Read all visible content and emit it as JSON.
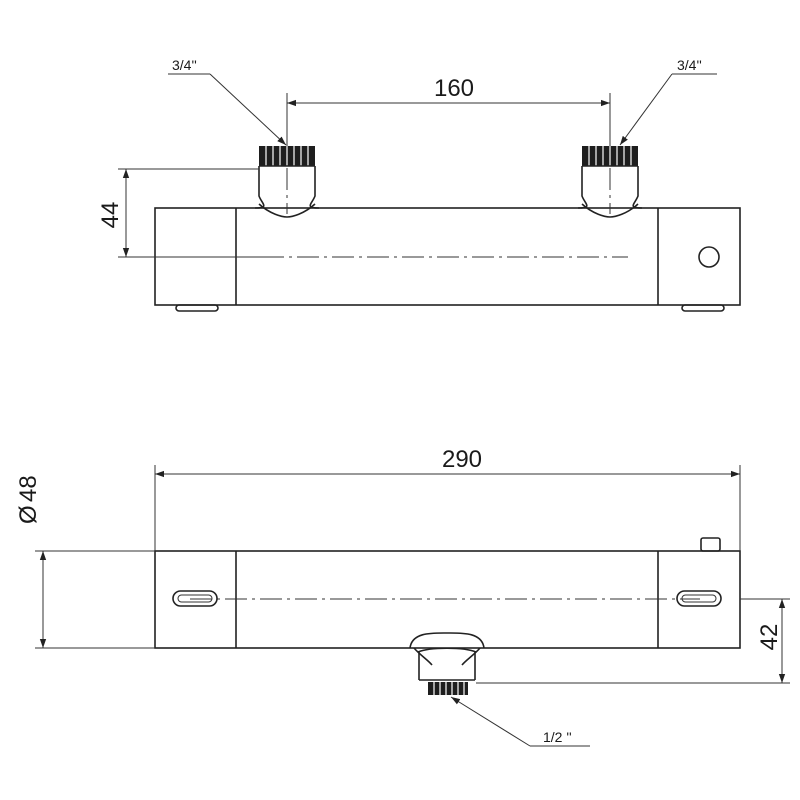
{
  "top_view": {
    "inlet_left_label": "3/4''",
    "inlet_right_label": "3/4''",
    "inlet_spacing": "160",
    "height_dim": "44"
  },
  "front_view": {
    "length_dim": "290",
    "diameter_dim": "48",
    "diameter_symbol": "Ø",
    "outlet_depth_dim": "42",
    "outlet_label": "1/2 ''"
  },
  "colors": {
    "line": "#222222",
    "thread": "#1e1e1e",
    "background": "#ffffff"
  }
}
